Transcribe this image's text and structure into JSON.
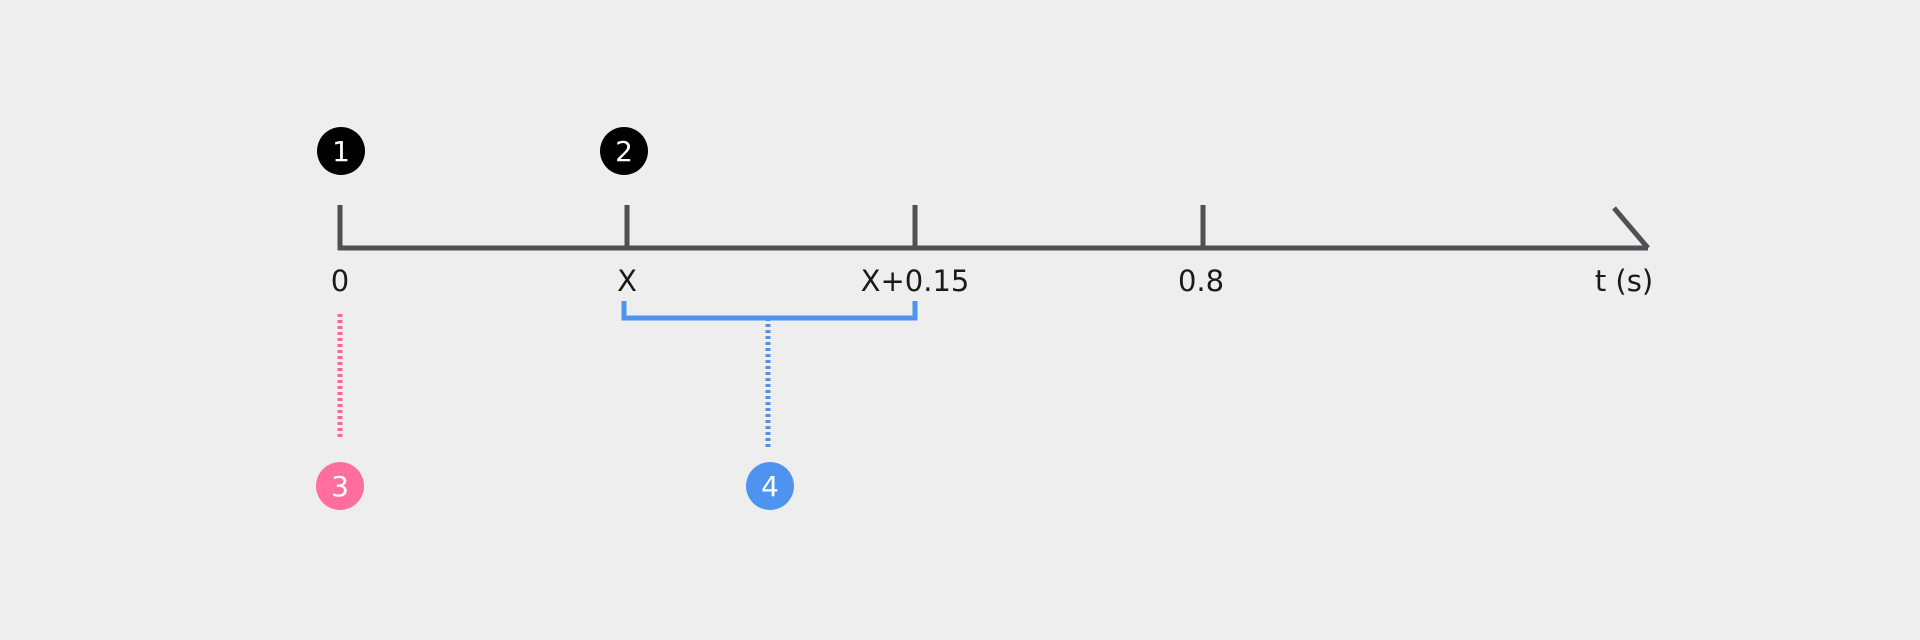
{
  "timeline": {
    "ticks": [
      "0",
      "X",
      "X+0.15",
      "0.8"
    ],
    "axis_label": "t (s)"
  },
  "markers": [
    {
      "label": "1",
      "color": "#000000"
    },
    {
      "label": "2",
      "color": "#000000"
    },
    {
      "label": "3",
      "color": "#ff6e9c"
    },
    {
      "label": "4",
      "color": "#4e93ef"
    }
  ],
  "colors": {
    "background": "#eeeeee",
    "axis": "#505054",
    "pink": "#f06a96",
    "blue": "#4e93ef"
  }
}
